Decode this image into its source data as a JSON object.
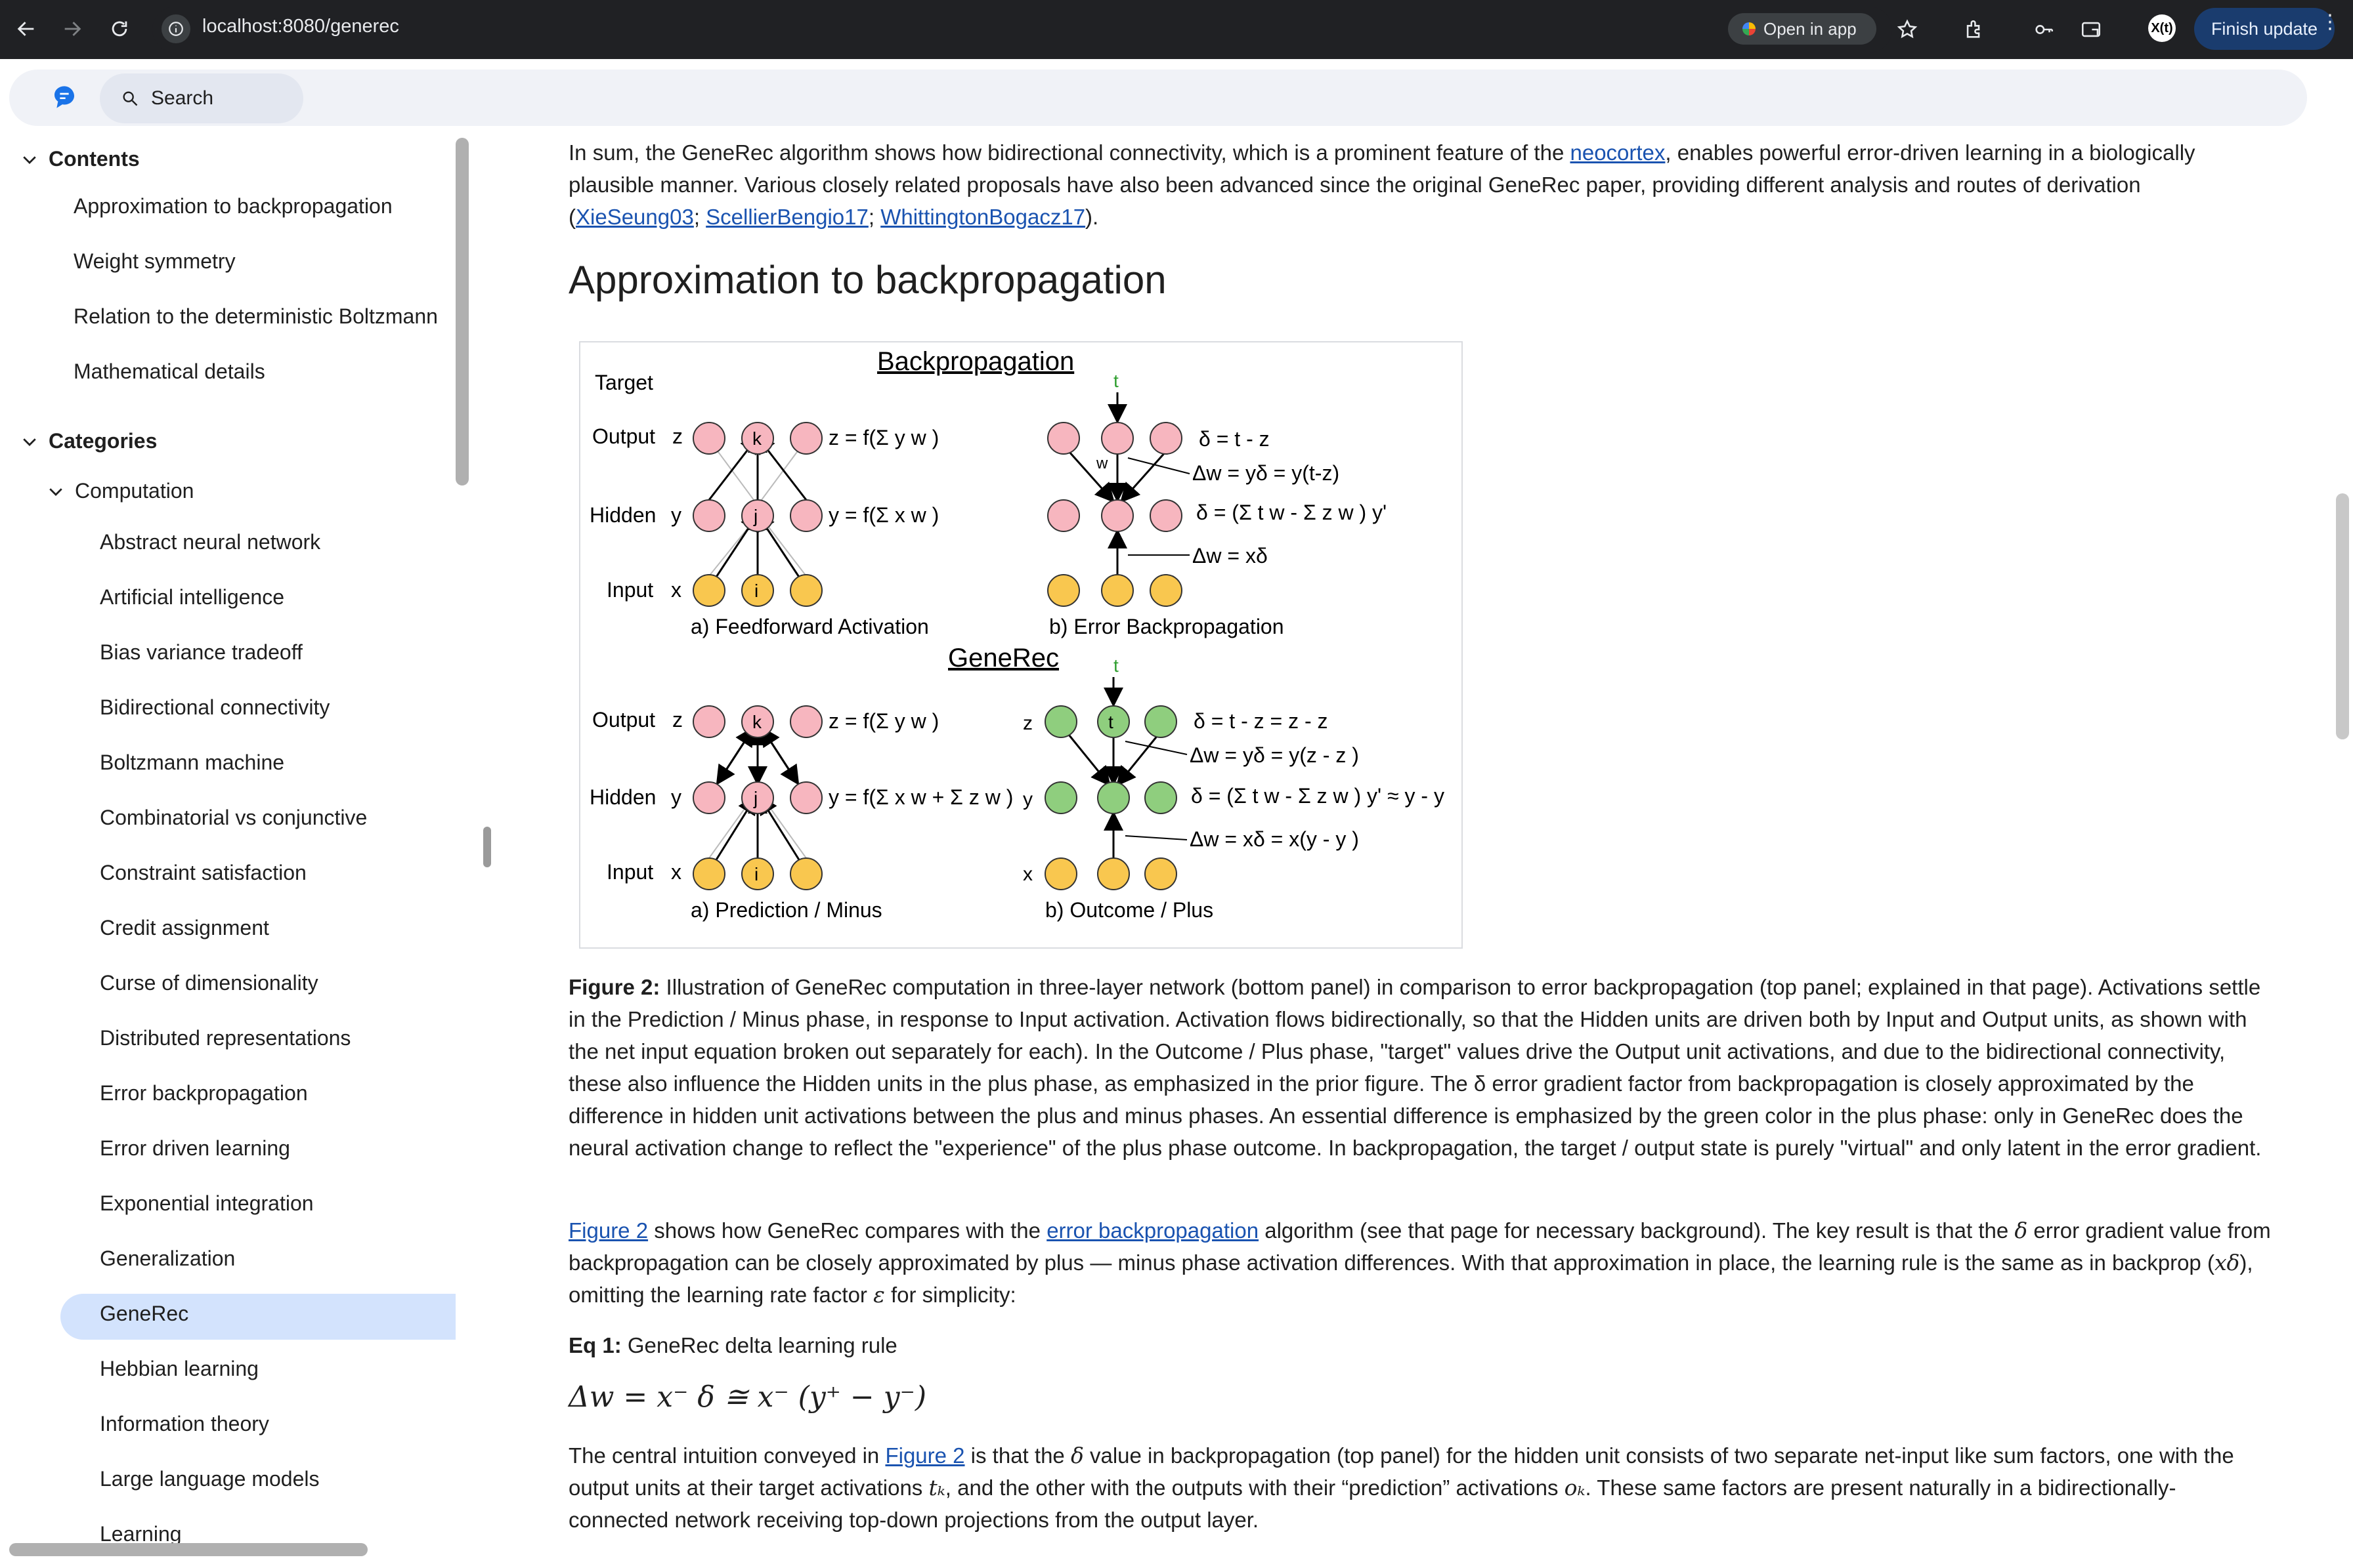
{
  "browser": {
    "url": "localhost:8080/generec",
    "open_in_app": "Open in app",
    "finish_update": "Finish update",
    "profile_initials": "X(t)"
  },
  "app": {
    "search_placeholder": "Search"
  },
  "sidebar": {
    "contents_heading": "Contents",
    "contents": [
      "Approximation to backpropagation",
      "Weight symmetry",
      "Relation to the deterministic Boltzmann",
      "Mathematical details"
    ],
    "categories_heading": "Categories",
    "computation_heading": "Computation",
    "categories": [
      "Abstract neural network",
      "Artificial intelligence",
      "Bias variance tradeoff",
      "Bidirectional connectivity",
      "Boltzmann machine",
      "Combinatorial vs conjunctive",
      "Constraint satisfaction",
      "Credit assignment",
      "Curse of dimensionality",
      "Distributed representations",
      "Error backpropagation",
      "Error driven learning",
      "Exponential integration",
      "Generalization",
      "GeneRec",
      "Hebbian learning",
      "Information theory",
      "Large language models",
      "Learning"
    ],
    "active_item": "GeneRec"
  },
  "content": {
    "intro_pre": "In sum, the GeneRec algorithm shows how bidirectional connectivity, which is a prominent feature of the ",
    "intro_link_neocortex": "neocortex",
    "intro_mid": ", enables powerful error-driven learning in a biologically plausible manner. Various closely related proposals have also been advanced since the original GeneRec paper, providing different analysis and routes of derivation (",
    "intro_link1": "XieSeung03",
    "intro_sep1": "; ",
    "intro_link2": "ScellierBengio17",
    "intro_sep2": "; ",
    "intro_link3": "WhittingtonBogacz17",
    "intro_end": ").",
    "heading": "Approximation to backpropagation",
    "caption_label": "Figure 2:",
    "caption_text": " Illustration of GeneRec computation in three-layer network (bottom panel) in comparison to error backpropagation (top panel; explained in that page). Activations settle in the Prediction / Minus phase, in response to Input activation. Activation flows bidirectionally, so that the Hidden units are driven both by Input and Output units, as shown with the net input equation broken out separately for each). In the Outcome / Plus phase, \"target\" values drive the Output unit activations, and due to the bidirectional connectivity, these also influence the Hidden units in the plus phase, as emphasized in the prior figure. The δ error gradient factor from backpropagation is closely approximated by the difference in hidden unit activations between the plus and minus phases. An essential difference is emphasized by the green color in the plus phase: only in GeneRec does the neural activation change to reflect the \"experience\" of the plus phase outcome. In backpropagation, the target / output state is purely \"virtual\" and only latent in the error gradient.",
    "p2_link1": "Figure 2",
    "p2_a": " shows how GeneRec compares with the ",
    "p2_link2": "error backpropagation",
    "p2_b": " algorithm (see that page for necessary background). The key result is that the ",
    "p2_delta": "δ",
    "p2_c": " error gradient value from backpropagation can be closely approximated by plus — minus phase activation differences. With that approximation in place, the learning rule is the same as in backprop (",
    "p2_xdelta": "xδ",
    "p2_d": "), omitting the learning rate factor ",
    "p2_eps": "ε",
    "p2_e": " for simplicity:",
    "eq_label": "Eq 1:",
    "eq_title": " GeneRec delta learning rule",
    "eq": "Δw = x⁻ δ ≅ x⁻ (y⁺ − y⁻)",
    "p3_a": "The central intuition conveyed in ",
    "p3_link": "Figure 2",
    "p3_b": " is that the ",
    "p3_delta": "δ",
    "p3_c": " value in backpropagation (top panel) for the hidden unit consists of two separate net-input like sum factors, one with the output units at their target activations ",
    "p3_tk": "tₖ",
    "p3_d": ", and the other with the outputs with their “prediction” activations ",
    "p3_ok": "oₖ",
    "p3_e": ". These same factors are present naturally in a bidirectionally-connected network receiving top-down projections from the output layer."
  },
  "figure": {
    "title_top": "Backpropagation",
    "title_bottom": "GeneRec",
    "target": "Target",
    "output": "Output",
    "hidden": "Hidden",
    "input": "Input",
    "var_z": "z",
    "var_y": "y",
    "var_x": "x",
    "eq_z": "z = f(Σ y w )",
    "eq_y": "y = f(Σ x w )",
    "eq_y2": "y = f(Σ x w + Σ z w )",
    "d1": "δ = t - z",
    "dw1": "Δw = yδ = y(t-z)",
    "d2": "δ = (Σ t w - Σ z w ) y'",
    "dw2": "Δw = xδ",
    "d3": "δ = t - z = z - z",
    "dw3": "Δw = yδ = y(z - z )",
    "d4": "δ = (Σ t w - Σ z w ) y' ≈ y - y",
    "dw4": "Δw = xδ = x(y - y )",
    "cap_a1": "a) Feedforward Activation",
    "cap_b1": "b) Error Backpropagation",
    "cap_a2": "a) Prediction / Minus",
    "cap_b2": "b) Outcome / Plus",
    "lbl_k": "k",
    "lbl_j": "j",
    "lbl_i": "i",
    "lbl_t": "t",
    "lbl_w": "w",
    "colors": {
      "red_unit": "#f7b6bf",
      "yellow_unit": "#f9c74f",
      "green_unit": "#8fce7e",
      "green_text": "#2f9e2f",
      "red_text": "#d62728"
    }
  }
}
